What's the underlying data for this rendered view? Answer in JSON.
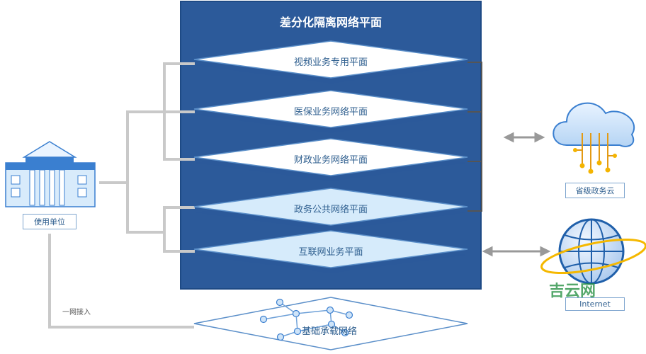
{
  "title": "差分化隔离网络平面",
  "planes": [
    {
      "label": "视频业务专用平面"
    },
    {
      "label": "医保业务网络平面"
    },
    {
      "label": "财政业务网络平面"
    },
    {
      "label": "政务公共网络平面"
    },
    {
      "label": "互联网业务平面"
    }
  ],
  "base_network": {
    "label": "基础承载网络"
  },
  "user_unit": {
    "label": "使用单位"
  },
  "provincial_cloud": {
    "label": "省级政务云"
  },
  "internet": {
    "label": "Internet"
  },
  "access_line_label": "一网接入",
  "watermark": "吉云网",
  "colors": {
    "panel": "#2c5a9a",
    "panel_border": "#1e4a85",
    "plane_fill": "#ffffff",
    "plane_fill_light": "#d6ebfb",
    "connector": "#c9c9c9",
    "icon_blue": "#3a7fd0"
  }
}
